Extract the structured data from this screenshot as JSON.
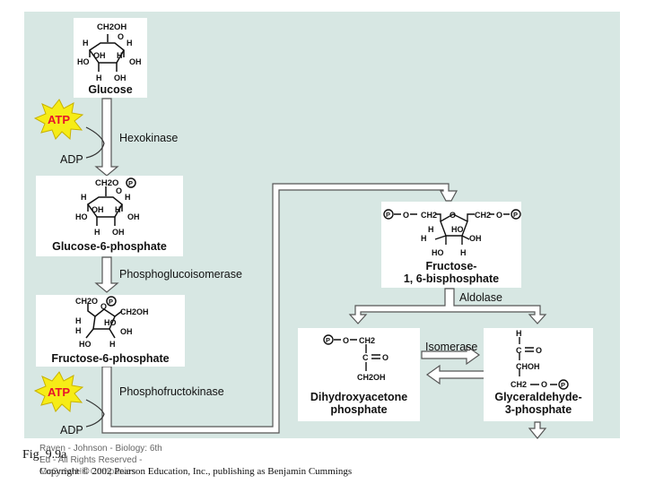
{
  "figure_label": "Fig. 9.9a",
  "watermark": {
    "line1": "Raven - Johnson - Biology: 6th",
    "line2": "Ed - All Rights Reserved -",
    "line3": "McGraw Hill Companies"
  },
  "copyright": "Copyright © 2002 Pearson Education, Inc., publishing as Benjamin Cummings",
  "colors": {
    "panel": "#d7e7e3",
    "box": "#ffffff",
    "arrow": "#ffffff",
    "atp_star": "#f6ec17",
    "atp_text": "#e8122a"
  },
  "molecules": {
    "glucose": {
      "name": "Glucose",
      "atoms": {
        "ch2oh": "CH2OH",
        "o": "O",
        "h": "H",
        "oh": "OH",
        "ho": "HO"
      }
    },
    "g6p": {
      "name": "Glucose-6-phosphate",
      "atoms": {
        "ch2o": "CH2O",
        "p": "P",
        "o": "O",
        "h": "H",
        "oh": "OH",
        "ho": "HO"
      }
    },
    "f6p": {
      "name": "Fructose-6-phosphate",
      "atoms": {
        "ch2o": "CH2O",
        "p": "P",
        "o": "O",
        "ch2oh": "CH2OH",
        "h": "H",
        "ho": "HO",
        "oh": "OH"
      }
    },
    "fbp": {
      "name_line1": "Fructose-",
      "name_line2": "1, 6-bisphosphate",
      "atoms": {
        "p": "P",
        "o": "O",
        "ch2": "CH2",
        "h": "H",
        "ho": "HO",
        "oh": "OH"
      }
    },
    "dhap": {
      "name_line1": "Dihydroxyacetone",
      "name_line2": "phosphate",
      "atoms": {
        "p": "P",
        "o": "O",
        "ch2": "CH2",
        "c": "C",
        "ch2oh": "CH2OH"
      }
    },
    "g3p": {
      "name_line1": "Glyceraldehyde-",
      "name_line2": "3-phosphate",
      "atoms": {
        "h": "H",
        "c": "C",
        "o": "O",
        "choh": "CHOH",
        "ch2": "CH2",
        "p": "P"
      }
    }
  },
  "enzymes": {
    "hexokinase": "Hexokinase",
    "phosphoglucoisomerase": "Phosphoglucoisomerase",
    "phosphofructokinase": "Phosphofructokinase",
    "aldolase": "Aldolase",
    "isomerase": "Isomerase"
  },
  "cofactors": {
    "atp1": "ATP",
    "adp1": "ADP",
    "atp2": "ATP",
    "adp2": "ADP"
  }
}
